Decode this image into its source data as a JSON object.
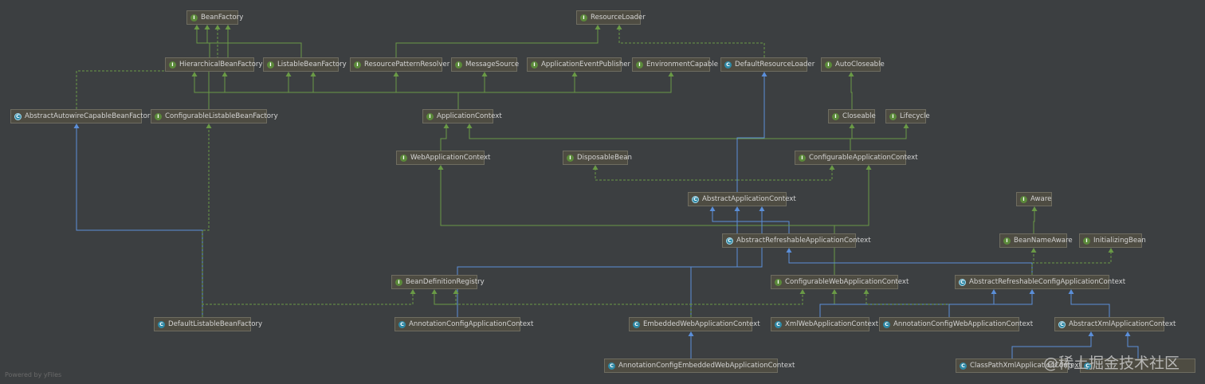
{
  "colors": {
    "implements": "#6a9a46",
    "extends": "#5b8fd9",
    "dependency": "#6a9a46"
  },
  "nodes": [
    {
      "id": "BeanFactory",
      "label": "BeanFactory",
      "kind": "interface"
    },
    {
      "id": "ResourceLoader",
      "label": "ResourceLoader",
      "kind": "interface"
    },
    {
      "id": "HierarchicalBeanFactory",
      "label": "HierarchicalBeanFactory",
      "kind": "interface"
    },
    {
      "id": "ListableBeanFactory",
      "label": "ListableBeanFactory",
      "kind": "interface"
    },
    {
      "id": "ResourcePatternResolver",
      "label": "ResourcePatternResolver",
      "kind": "interface"
    },
    {
      "id": "MessageSource",
      "label": "MessageSource",
      "kind": "interface"
    },
    {
      "id": "ApplicationEventPublisher",
      "label": "ApplicationEventPublisher",
      "kind": "interface"
    },
    {
      "id": "EnvironmentCapable",
      "label": "EnvironmentCapable",
      "kind": "interface"
    },
    {
      "id": "DefaultResourceLoader",
      "label": "DefaultResourceLoader",
      "kind": "class"
    },
    {
      "id": "AutoCloseable",
      "label": "AutoCloseable",
      "kind": "interface"
    },
    {
      "id": "AbstractAutowireCapableBeanFactory",
      "label": "AbstractAutowireCapableBeanFactory",
      "kind": "abstract"
    },
    {
      "id": "ConfigurableListableBeanFactory",
      "label": "ConfigurableListableBeanFactory",
      "kind": "interface"
    },
    {
      "id": "ApplicationContext",
      "label": "ApplicationContext",
      "kind": "interface"
    },
    {
      "id": "Closeable",
      "label": "Closeable",
      "kind": "interface"
    },
    {
      "id": "Lifecycle",
      "label": "Lifecycle",
      "kind": "interface"
    },
    {
      "id": "WebApplicationContext",
      "label": "WebApplicationContext",
      "kind": "interface"
    },
    {
      "id": "DisposableBean",
      "label": "DisposableBean",
      "kind": "interface"
    },
    {
      "id": "ConfigurableApplicationContext",
      "label": "ConfigurableApplicationContext",
      "kind": "interface"
    },
    {
      "id": "AbstractApplicationContext",
      "label": "AbstractApplicationContext",
      "kind": "abstract"
    },
    {
      "id": "Aware",
      "label": "Aware",
      "kind": "interface"
    },
    {
      "id": "AbstractRefreshableApplicationContext",
      "label": "AbstractRefreshableApplicationContext",
      "kind": "abstract"
    },
    {
      "id": "BeanNameAware",
      "label": "BeanNameAware",
      "kind": "interface"
    },
    {
      "id": "InitializingBean",
      "label": "InitializingBean",
      "kind": "interface"
    },
    {
      "id": "BeanDefinitionRegistry",
      "label": "BeanDefinitionRegistry",
      "kind": "interface"
    },
    {
      "id": "ConfigurableWebApplicationContext",
      "label": "ConfigurableWebApplicationContext",
      "kind": "interface"
    },
    {
      "id": "AbstractRefreshableConfigApplicationContext",
      "label": "AbstractRefreshableConfigApplicationContext",
      "kind": "abstract"
    },
    {
      "id": "DefaultListableBeanFactory",
      "label": "DefaultListableBeanFactory",
      "kind": "class"
    },
    {
      "id": "AnnotationConfigApplicationContext",
      "label": "AnnotationConfigApplicationContext",
      "kind": "class"
    },
    {
      "id": "EmbeddedWebApplicationContext",
      "label": "EmbeddedWebApplicationContext",
      "kind": "class"
    },
    {
      "id": "XmlWebApplicationContext",
      "label": "XmlWebApplicationContext",
      "kind": "class"
    },
    {
      "id": "AnnotationConfigWebApplicationContext",
      "label": "AnnotationConfigWebApplicationContext",
      "kind": "class"
    },
    {
      "id": "AbstractXmlApplicationContext",
      "label": "AbstractXmlApplicationContext",
      "kind": "abstract"
    },
    {
      "id": "AnnotationConfigEmbeddedWebApplicationContext",
      "label": "AnnotationConfigEmbeddedWebApplicationContext",
      "kind": "class"
    },
    {
      "id": "ClassPathXmlApplicationContext",
      "label": "ClassPathXmlApplicationContext",
      "kind": "class"
    },
    {
      "id": "FileSystemXmlApplicationContext",
      "label": "",
      "kind": "class"
    }
  ],
  "edges": [
    {
      "from": "HierarchicalBeanFactory",
      "to": "BeanFactory",
      "type": "implements"
    },
    {
      "from": "ListableBeanFactory",
      "to": "BeanFactory",
      "type": "implements"
    },
    {
      "from": "AbstractAutowireCapableBeanFactory",
      "to": "BeanFactory",
      "type": "dependency"
    },
    {
      "from": "ConfigurableListableBeanFactory",
      "to": "BeanFactory",
      "type": "implements"
    },
    {
      "from": "ConfigurableListableBeanFactory",
      "to": "HierarchicalBeanFactory",
      "type": "implements"
    },
    {
      "from": "ConfigurableListableBeanFactory",
      "to": "ListableBeanFactory",
      "type": "implements"
    },
    {
      "from": "ResourcePatternResolver",
      "to": "ResourceLoader",
      "type": "implements"
    },
    {
      "from": "DefaultResourceLoader",
      "to": "ResourceLoader",
      "type": "dependency"
    },
    {
      "from": "ApplicationContext",
      "to": "HierarchicalBeanFactory",
      "type": "implements"
    },
    {
      "from": "ApplicationContext",
      "to": "ListableBeanFactory",
      "type": "implements"
    },
    {
      "from": "ApplicationContext",
      "to": "ResourcePatternResolver",
      "type": "implements"
    },
    {
      "from": "ApplicationContext",
      "to": "MessageSource",
      "type": "implements"
    },
    {
      "from": "ApplicationContext",
      "to": "ApplicationEventPublisher",
      "type": "implements"
    },
    {
      "from": "ApplicationContext",
      "to": "EnvironmentCapable",
      "type": "implements"
    },
    {
      "from": "Closeable",
      "to": "AutoCloseable",
      "type": "implements"
    },
    {
      "from": "WebApplicationContext",
      "to": "ApplicationContext",
      "type": "implements"
    },
    {
      "from": "ConfigurableApplicationContext",
      "to": "ApplicationContext",
      "type": "implements"
    },
    {
      "from": "ConfigurableApplicationContext",
      "to": "Closeable",
      "type": "implements"
    },
    {
      "from": "ConfigurableApplicationContext",
      "to": "Lifecycle",
      "type": "implements"
    },
    {
      "from": "AbstractApplicationContext",
      "to": "DisposableBean",
      "type": "dependency"
    },
    {
      "from": "AbstractApplicationContext",
      "to": "ConfigurableApplicationContext",
      "type": "dependency"
    },
    {
      "from": "AbstractApplicationContext",
      "to": "DefaultResourceLoader",
      "type": "extends"
    },
    {
      "from": "AbstractRefreshableApplicationContext",
      "to": "AbstractApplicationContext",
      "type": "extends"
    },
    {
      "from": "BeanNameAware",
      "to": "Aware",
      "type": "implements"
    },
    {
      "from": "ConfigurableWebApplicationContext",
      "to": "WebApplicationContext",
      "type": "implements"
    },
    {
      "from": "ConfigurableWebApplicationContext",
      "to": "ConfigurableApplicationContext",
      "type": "implements"
    },
    {
      "from": "AbstractRefreshableConfigApplicationContext",
      "to": "AbstractRefreshableApplicationContext",
      "type": "extends"
    },
    {
      "from": "AbstractRefreshableConfigApplicationContext",
      "to": "BeanNameAware",
      "type": "dependency"
    },
    {
      "from": "AbstractRefreshableConfigApplicationContext",
      "to": "InitializingBean",
      "type": "dependency"
    },
    {
      "from": "DefaultListableBeanFactory",
      "to": "AbstractAutowireCapableBeanFactory",
      "type": "extends"
    },
    {
      "from": "DefaultListableBeanFactory",
      "to": "ConfigurableListableBeanFactory",
      "type": "dependency"
    },
    {
      "from": "DefaultListableBeanFactory",
      "to": "BeanDefinitionRegistry",
      "type": "dependency"
    },
    {
      "from": "AnnotationConfigApplicationContext",
      "to": "BeanDefinitionRegistry",
      "type": "implements"
    },
    {
      "from": "AnnotationConfigApplicationContext",
      "to": "AbstractApplicationContext",
      "type": "extends"
    },
    {
      "from": "EmbeddedWebApplicationContext",
      "to": "BeanDefinitionRegistry",
      "type": "dependency"
    },
    {
      "from": "EmbeddedWebApplicationContext",
      "to": "AbstractApplicationContext",
      "type": "extends"
    },
    {
      "from": "EmbeddedWebApplicationContext",
      "to": "ConfigurableWebApplicationContext",
      "type": "dependency"
    },
    {
      "from": "XmlWebApplicationContext",
      "to": "ConfigurableWebApplicationContext",
      "type": "implements"
    },
    {
      "from": "XmlWebApplicationContext",
      "to": "AbstractRefreshableConfigApplicationContext",
      "type": "extends"
    },
    {
      "from": "AnnotationConfigWebApplicationContext",
      "to": "ConfigurableWebApplicationContext",
      "type": "dependency"
    },
    {
      "from": "AnnotationConfigWebApplicationContext",
      "to": "AbstractRefreshableConfigApplicationContext",
      "type": "extends"
    },
    {
      "from": "AbstractXmlApplicationContext",
      "to": "AbstractRefreshableConfigApplicationContext",
      "type": "extends"
    },
    {
      "from": "AnnotationConfigEmbeddedWebApplicationContext",
      "to": "EmbeddedWebApplicationContext",
      "type": "extends"
    },
    {
      "from": "ClassPathXmlApplicationContext",
      "to": "AbstractXmlApplicationContext",
      "type": "extends"
    },
    {
      "from": "FileSystemXmlApplicationContext",
      "to": "AbstractXmlApplicationContext",
      "type": "extends"
    }
  ],
  "footer": {
    "powered_by": "Powered by yFiles"
  },
  "watermark": "@稀土掘金技术社区"
}
